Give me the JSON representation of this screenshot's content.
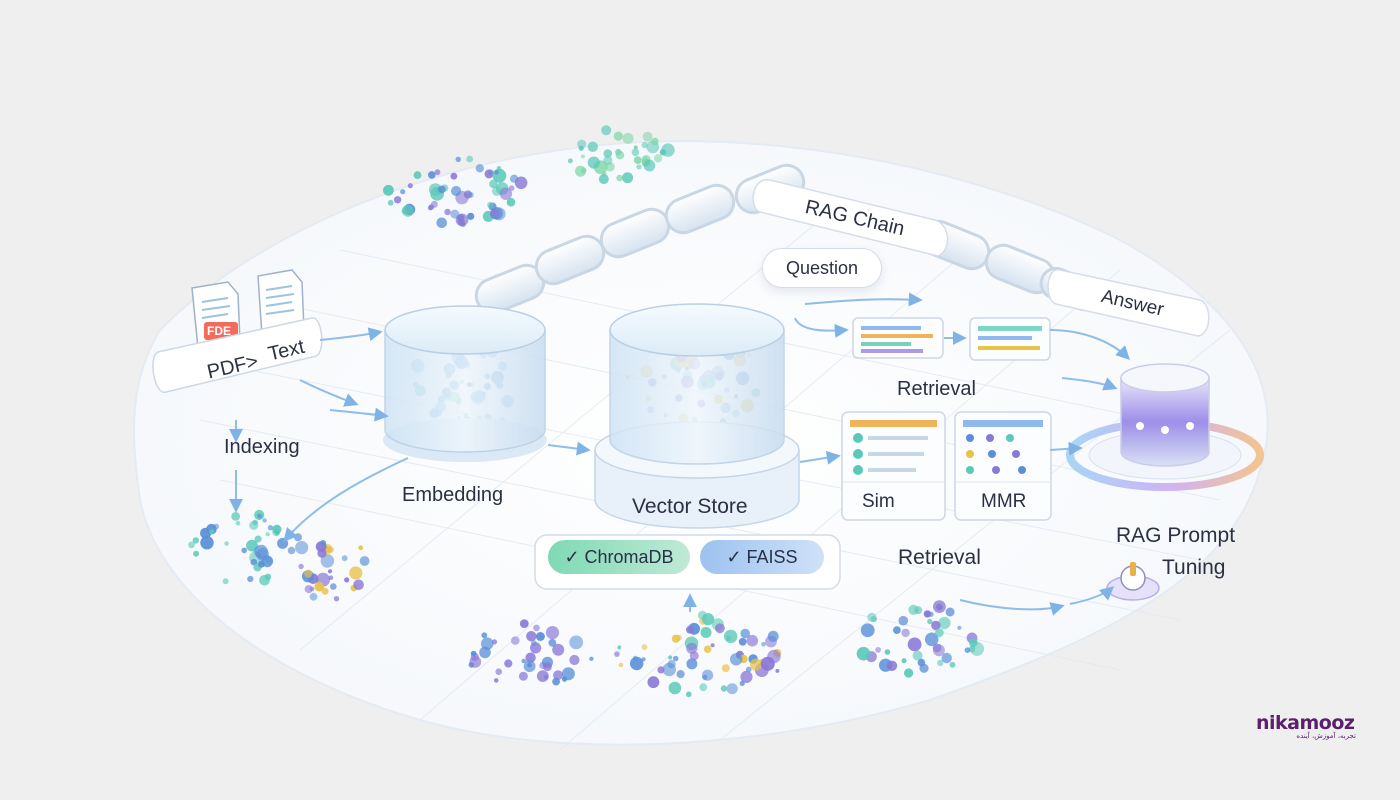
{
  "labels": {
    "rag_chain": "RAG Chain",
    "question": "Question",
    "answer": "Answer",
    "pdf": "PDF>",
    "text": "Text",
    "fde": "FDE",
    "indexing": "Indexing",
    "embedding": "Embedding",
    "vector_store": "Vector Store",
    "retrieval_top": "Retrieval",
    "retrieval_bottom": "Retrieval",
    "sim": "Sim",
    "mmr": "MMR",
    "rag_prompt_line1": "RAG Prompt",
    "rag_prompt_line2": "Tuning"
  },
  "badges": {
    "chromadb": "✓ ChromaDB",
    "faiss": "✓ FAISS"
  },
  "brand": {
    "name": "nikamooz",
    "tagline": "تجربه، آموزش، آینده"
  },
  "colors": {
    "teal": "#5cc9b8",
    "blue": "#5a8fd8",
    "purple": "#8a78d6",
    "yellow": "#e8c24a",
    "background": "#efefef",
    "chromadb_green": "#6fd0a8",
    "faiss_blue": "#8fb9ee"
  }
}
